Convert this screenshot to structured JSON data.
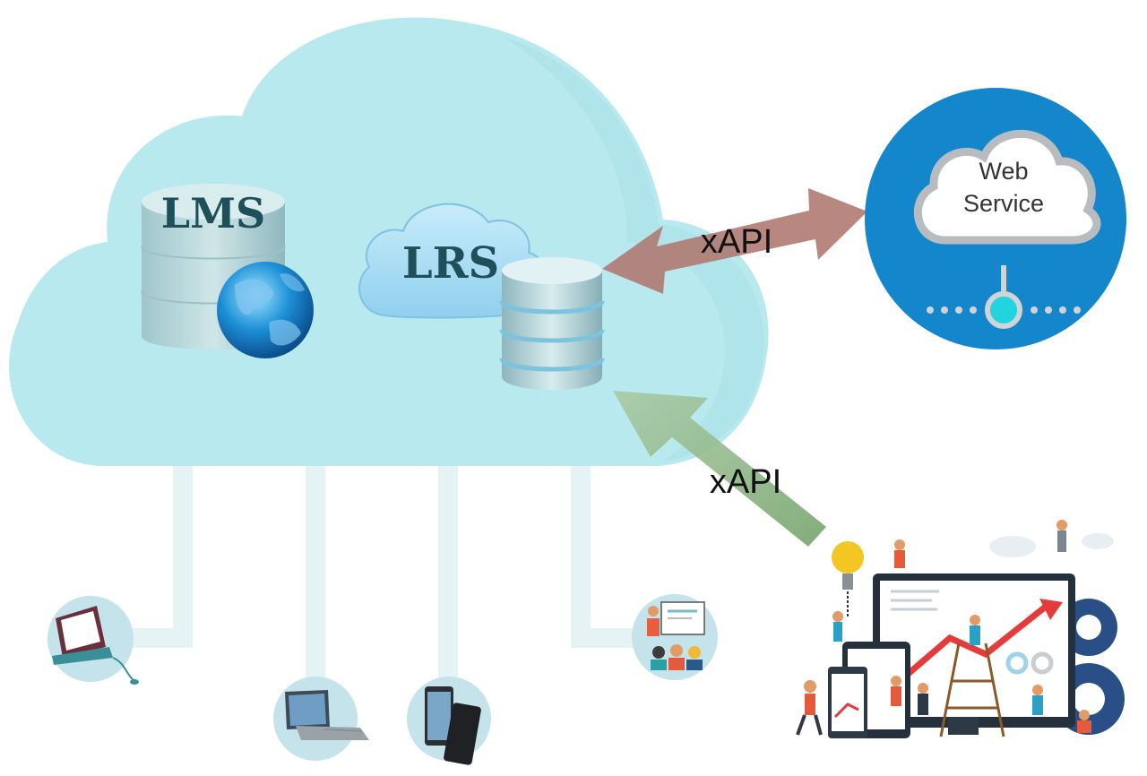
{
  "cloud": {
    "lms_label": "LMS",
    "lrs_label": "LRS"
  },
  "web_service": {
    "label_line1": "Web",
    "label_line2": "Service"
  },
  "connections": {
    "top_label": "xAPI",
    "bottom_label": "xAPI"
  },
  "colors": {
    "cloud_fill": "#b7e9ee",
    "cloud_shade": "#a6dde5",
    "web_service_circle": "#1486cc",
    "arrow_bidirectional": "#b07a72",
    "arrow_green": "#86ad7e",
    "connector_lines": "#e6f3f5",
    "device_circle": "#c5e3ea"
  },
  "devices": [
    {
      "name": "desktop-computer-icon"
    },
    {
      "name": "laptop-icon"
    },
    {
      "name": "smartphone-icon"
    },
    {
      "name": "classroom-icon"
    }
  ],
  "illustration": {
    "name": "analytics-team-illustration"
  }
}
